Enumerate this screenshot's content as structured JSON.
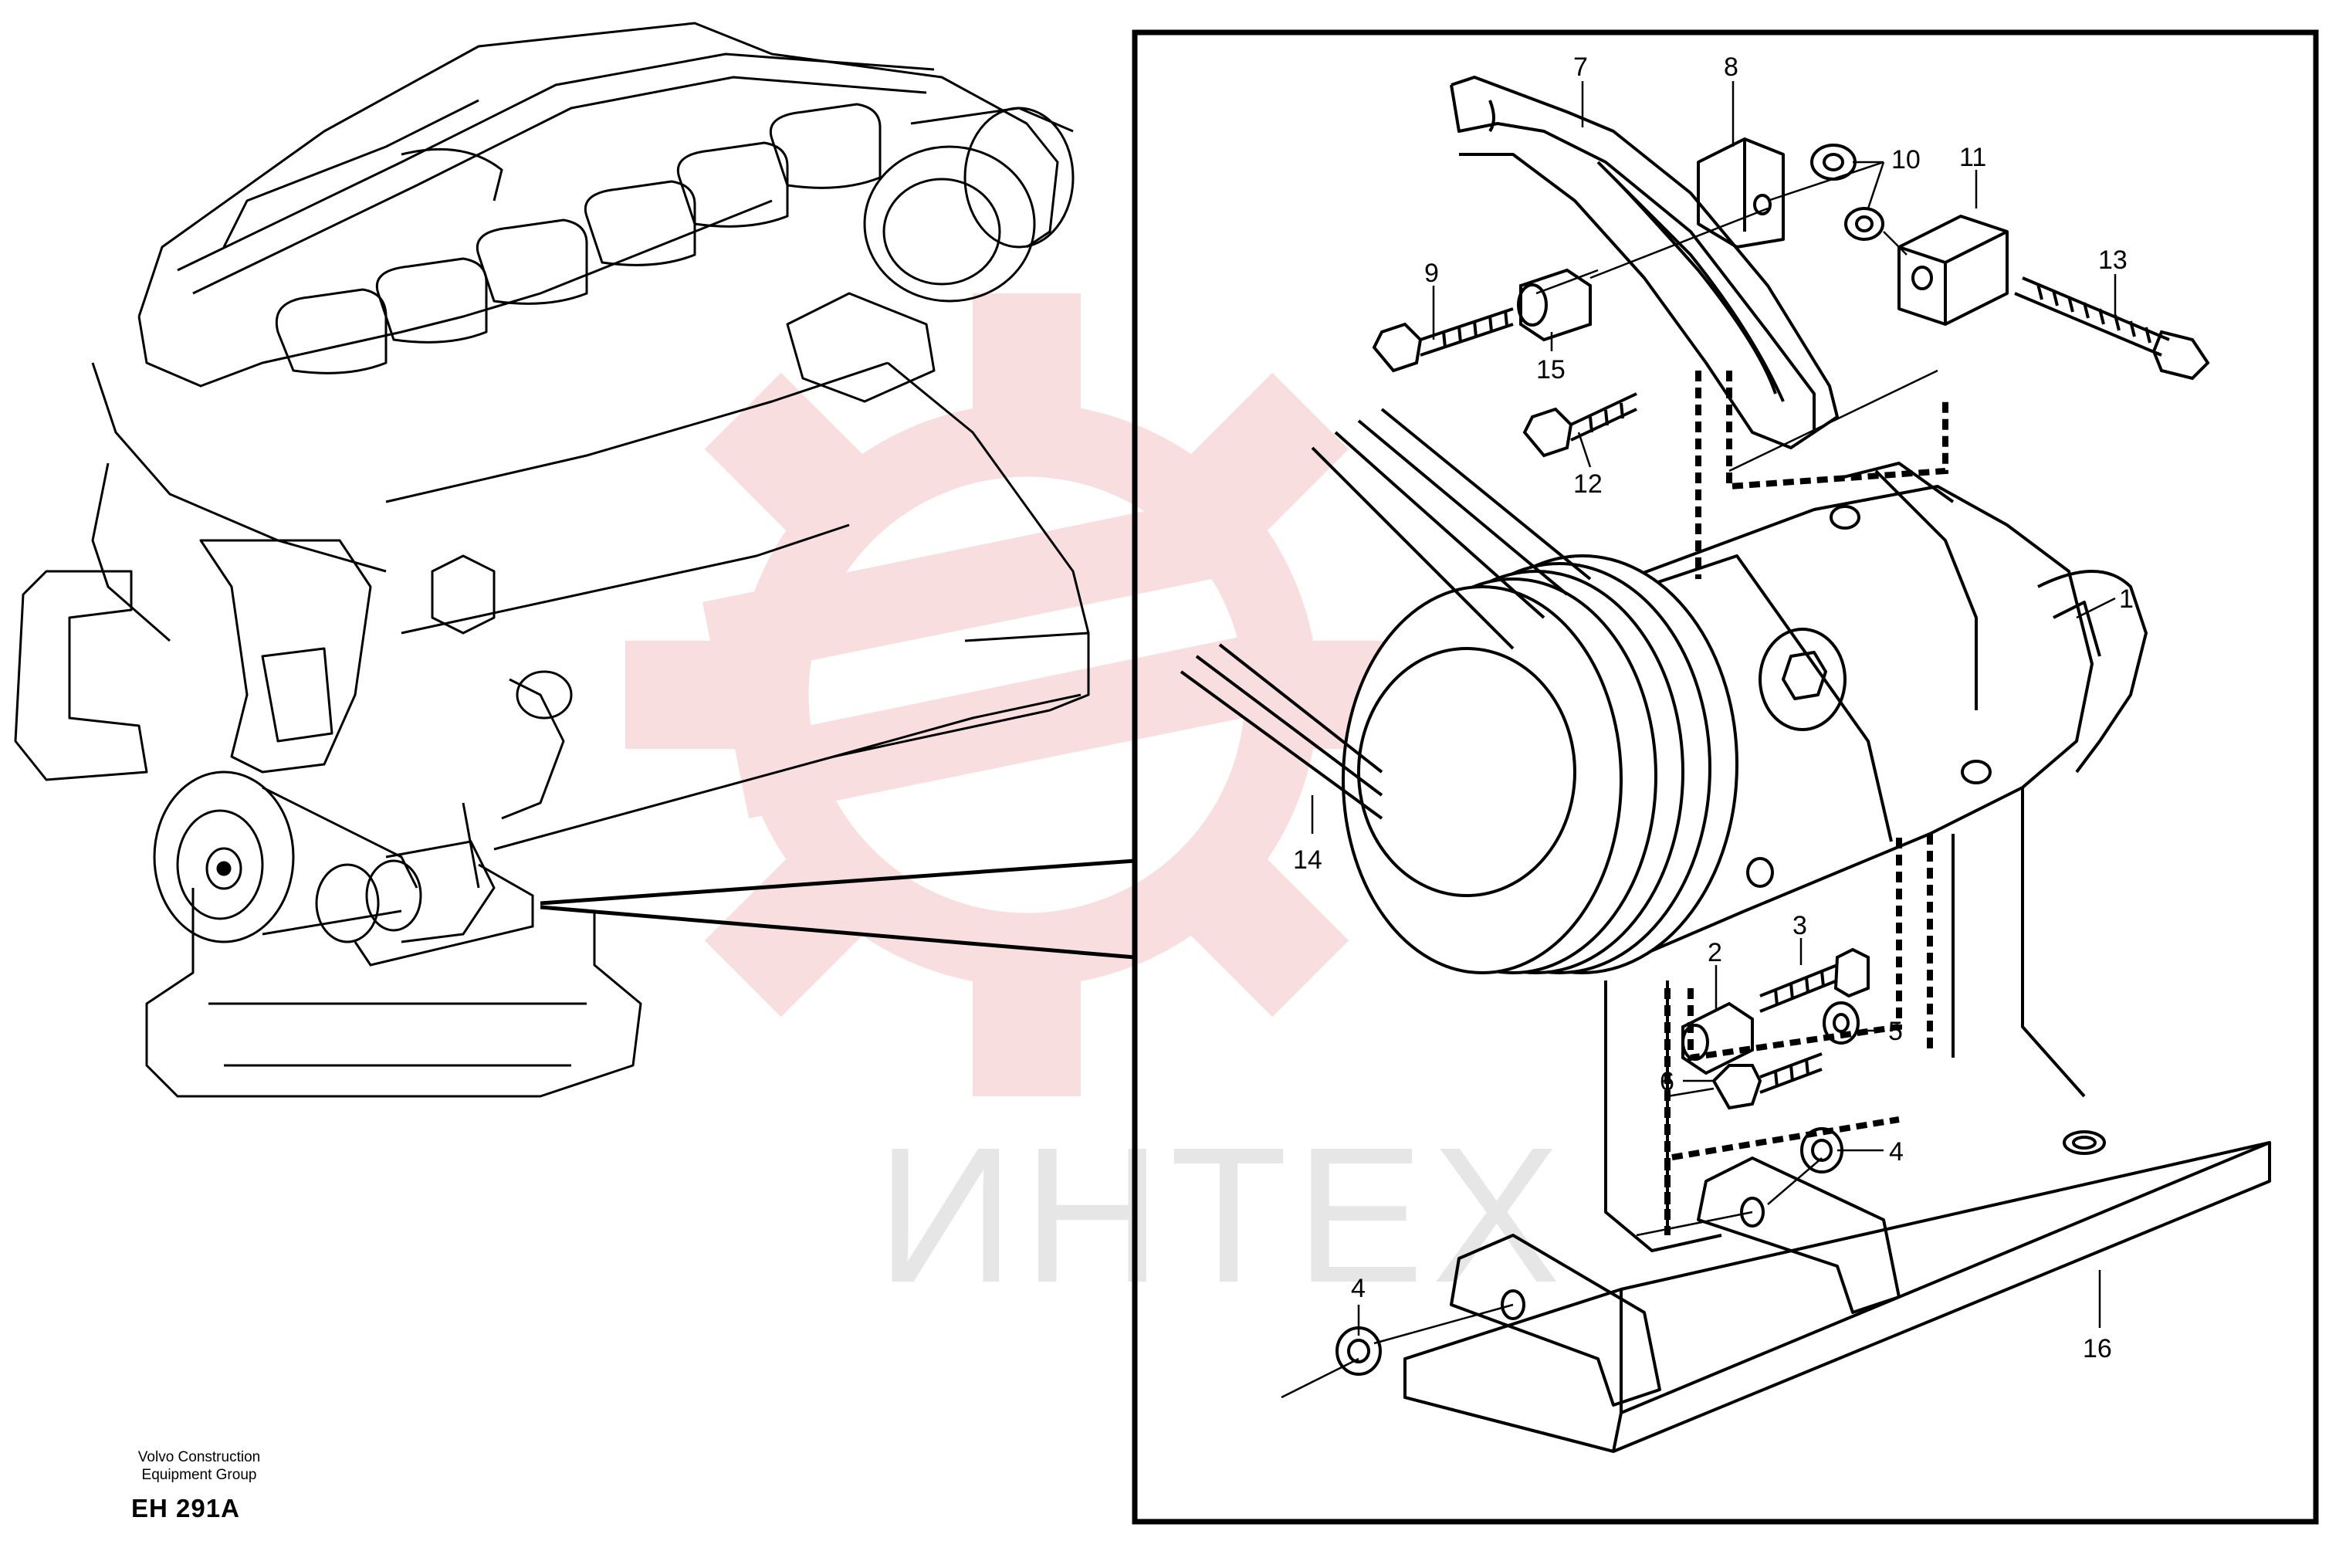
{
  "publisher": {
    "line1": "Volvo Construction",
    "line2": "Equipment Group"
  },
  "diagram_code": "EH 291A",
  "watermark": {
    "text": "ИНТЕХ",
    "gear_color": "#f3c4c4",
    "text_color": "#e6e6e6"
  },
  "callouts": {
    "c1": "1",
    "c2": "2",
    "c3": "3",
    "c4a": "4",
    "c4b": "4",
    "c5": "5",
    "c6": "6",
    "c7": "7",
    "c8": "8",
    "c9": "9",
    "c10": "10",
    "c11": "11",
    "c12": "12",
    "c13": "13",
    "c14": "14",
    "c15": "15",
    "c16": "16"
  },
  "colors": {
    "line": "#000000",
    "background": "#ffffff"
  }
}
